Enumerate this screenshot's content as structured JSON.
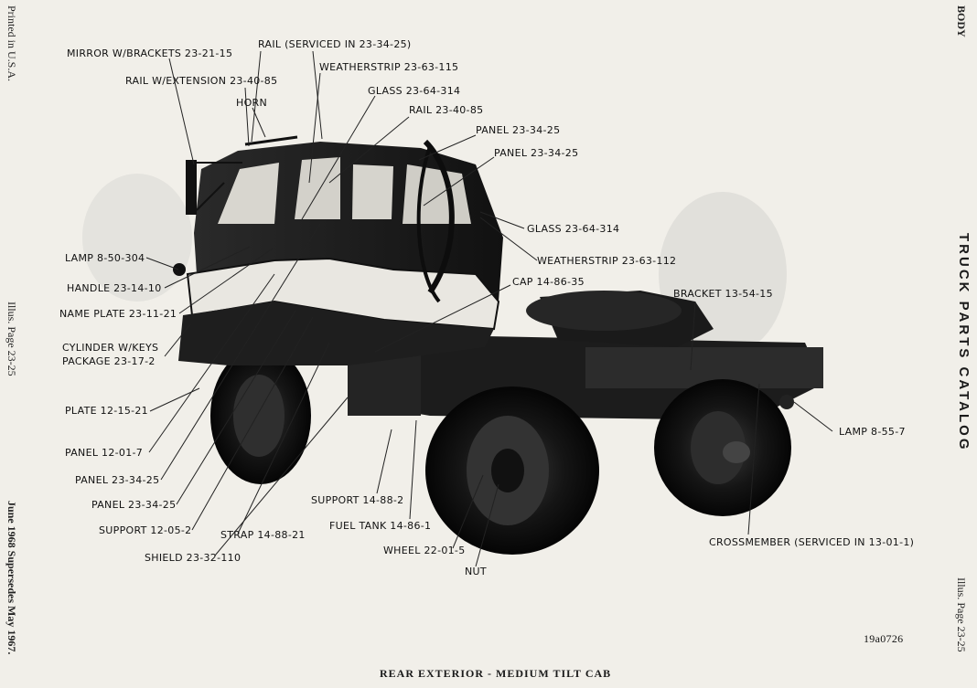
{
  "margins": {
    "left_printed": "Printed in U.S.A.",
    "left_illus": "Illus. Page 23-25",
    "left_date": "June 1968 Supersedes May 1967.",
    "right_body": "BODY",
    "right_catalog": "TRUCK PARTS CATALOG",
    "right_illus": "Illus. Page 23-25"
  },
  "figure": {
    "caption": "REAR EXTERIOR - MEDIUM TILT CAB",
    "ref_code": "19a0726"
  },
  "callouts": {
    "mirror": "MIRROR W/BRACKETS 23-21-15",
    "rail_serviced": "RAIL (SERVICED IN 23-34-25)",
    "weatherstrip_115": "WEATHERSTRIP 23-63-115",
    "rail_extension": "RAIL W/EXTENSION 23-40-85",
    "glass_314_top": "GLASS 23-64-314",
    "horn": "HORN",
    "rail_2340": "RAIL 23-40-85",
    "panel_a": "PANEL 23-34-25",
    "panel_b": "PANEL 23-34-25",
    "glass_314_side": "GLASS 23-64-314",
    "weatherstrip_112": "WEATHERSTRIP 23-63-112",
    "lamp_850": "LAMP 8-50-304",
    "cap": "CAP 14-86-35",
    "handle": "HANDLE 23-14-10",
    "bracket": "BRACKET 13-54-15",
    "name_plate": "NAME PLATE 23-11-21",
    "cylinder_1": "CYLINDER W/KEYS",
    "cylinder_2": "PACKAGE 23-17-2",
    "plate": "PLATE 12-15-21",
    "lamp_855": "LAMP 8-55-7",
    "panel_1201": "PANEL 12-01-7",
    "panel_c": "PANEL 23-34-25",
    "panel_d": "PANEL 23-34-25",
    "support_1488": "SUPPORT 14-88-2",
    "support_1205": "SUPPORT 12-05-2",
    "fuel_tank": "FUEL TANK 14-86-1",
    "strap": "STRAP 14-88-21",
    "crossmember": "CROSSMEMBER (SERVICED IN 13-01-1)",
    "wheel": "WHEEL 22-01-5",
    "shield": "SHIELD 23-32-110",
    "nut": "NUT"
  }
}
